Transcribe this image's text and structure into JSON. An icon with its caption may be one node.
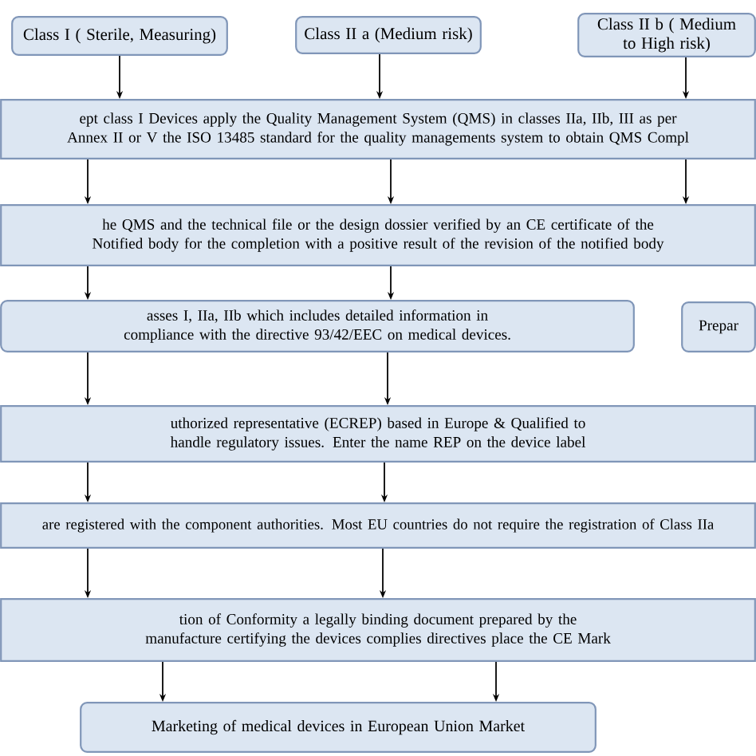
{
  "diagram": {
    "nodes": [
      {
        "text": [
          "Class I ( Sterile, Measuring)"
        ]
      },
      {
        "text": [
          "Class II a (Medium risk)"
        ]
      },
      {
        "text": [
          "Class II b ( Medium to High risk)"
        ]
      },
      {
        "text": [
          "ept class I Devices apply the Quality Management System (QMS) in classes IIa, IIb, III as per Annex II or V the ISO 13485 standard for the quality managements system to obtain QMS Compl"
        ]
      },
      {
        "text": [
          "he QMS and the technical file or the design dossier verified by an CE certificate of the Notified body for the completion with a positive result of the revision of the notified body"
        ]
      },
      {
        "text": [
          "asses I, IIa, IIb which includes detailed information in compliance with the directive 93/42/EEC on medical devices."
        ]
      },
      {
        "text": [
          "Prepar"
        ]
      },
      {
        "text": [
          "uthorized representative (ECREP) based in Europe & Qualified to handle regulatory issues. Enter the name REP on the device label"
        ]
      },
      {
        "text": [
          "are registered with the component authorities. Most EU countries do not require the registration of Class IIa"
        ]
      },
      {
        "text": [
          "tion of Conformity a legally binding document prepared by the manufacture certifying the devices complies directives place the CE Mark"
        ]
      },
      {
        "text": [
          "Marketing of medical devices in European Union Market"
        ]
      }
    ],
    "edges": [
      {
        "from": 0,
        "to": 3,
        "arrow": "to"
      },
      {
        "from": 1,
        "to": 3,
        "arrow": "to"
      },
      {
        "from": 2,
        "to": 3,
        "arrow": "to"
      },
      {
        "from": 3,
        "to": 4,
        "arrow": "to"
      },
      {
        "from": 3,
        "to": 4,
        "arrow": "to"
      },
      {
        "from": 3,
        "to": 4,
        "arrow": "to"
      },
      {
        "from": 4,
        "to": 5,
        "arrow": "to"
      },
      {
        "from": 4,
        "to": 5,
        "arrow": "to"
      },
      {
        "from": 5,
        "to": 7,
        "arrow": "to"
      },
      {
        "from": 5,
        "to": 7,
        "arrow": "to"
      },
      {
        "from": 7,
        "to": 8,
        "arrow": "to"
      },
      {
        "from": 7,
        "to": 8,
        "arrow": "to"
      },
      {
        "from": 8,
        "to": 9,
        "arrow": "to"
      },
      {
        "from": 8,
        "to": 9,
        "arrow": "to"
      },
      {
        "from": 9,
        "to": 10,
        "arrow": "to"
      },
      {
        "from": 9,
        "to": 10,
        "arrow": "to"
      }
    ]
  }
}
